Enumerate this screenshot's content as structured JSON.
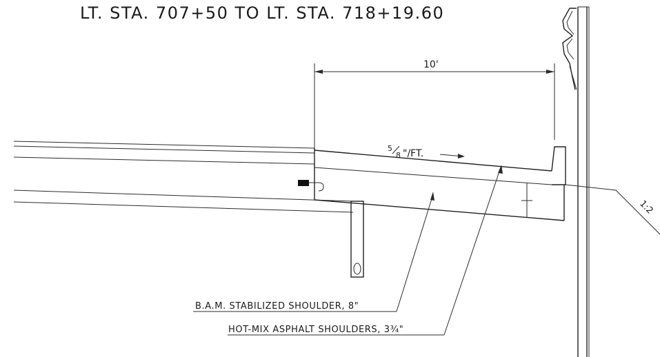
{
  "title": "LT. STA. 707+50 TO LT. STA. 718+19.60",
  "dimension": {
    "width_label": "10'"
  },
  "slope": {
    "numerator": "5",
    "denominator": "8",
    "unit": "\"/FT."
  },
  "side_slope": "1:2",
  "callouts": {
    "bam_shoulder": "B.A.M. STABILIZED SHOULDER, 8\"",
    "hma_shoulder": "HOT-MIX ASPHALT SHOULDERS, 3¾\""
  }
}
